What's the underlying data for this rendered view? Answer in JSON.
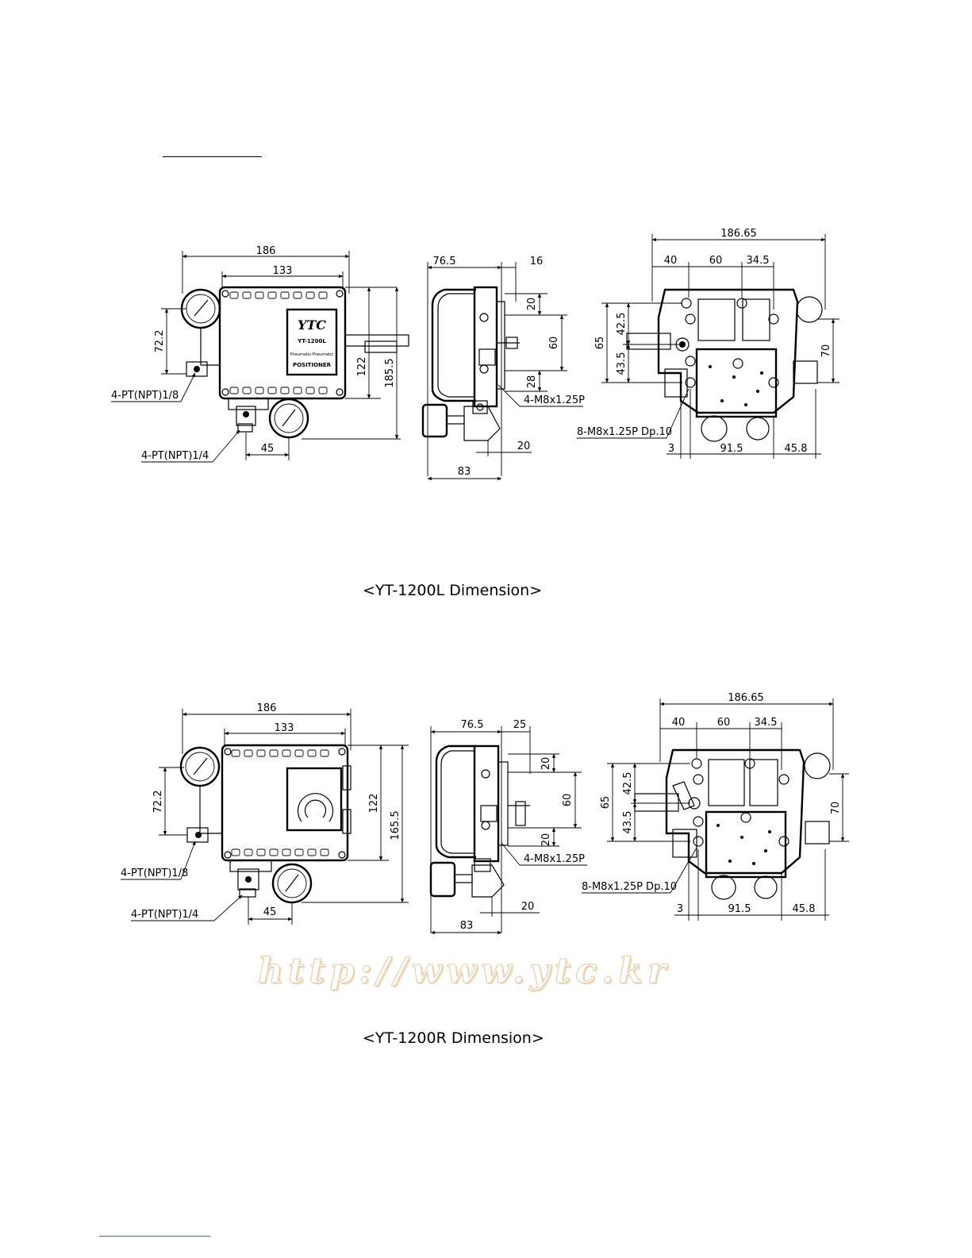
{
  "figures": [
    {
      "caption": "<YT-1200L Dimension>",
      "front": {
        "width_overall": "186",
        "width_body": "133",
        "gauge_pitch": "72.2",
        "height_body": "122",
        "height_overall": "185.5",
        "port_small": "4-PT(NPT)1/8",
        "port_large": "4-PT(NPT)1/4",
        "gauge_offset": "45",
        "label_brand": "YTC",
        "label_model": "YT-1200L",
        "label_sub": "Pneumatic-Pneumatic",
        "label_name": "POSITIONER"
      },
      "side": {
        "depth": "76.5",
        "shaft": "16",
        "upper": "20",
        "span": "60",
        "lower": "28",
        "bolt": "4-M8x1.25P",
        "base": "83",
        "base_offset": "20"
      },
      "back": {
        "width": "186.65",
        "w1": "40",
        "w2": "60",
        "w3": "34.5",
        "h1": "42.5",
        "h2": "43.5",
        "h_total": "65",
        "h_right": "70",
        "holes": "8-M8x1.25P Dp.10",
        "b1": "3",
        "b2": "91.5",
        "b3": "45.8"
      }
    },
    {
      "caption": "<YT-1200R Dimension>",
      "front": {
        "width_overall": "186",
        "width_body": "133",
        "gauge_pitch": "72.2",
        "height_body": "122",
        "height_overall": "165.5",
        "port_small": "4-PT(NPT)1/8",
        "port_large": "4-PT(NPT)1/4",
        "gauge_offset": "45"
      },
      "side": {
        "depth": "76.5",
        "shaft": "25",
        "upper": "20",
        "span": "60",
        "lower": "20",
        "bolt": "4-M8x1.25P",
        "base": "83",
        "base_offset": "20"
      },
      "back": {
        "width": "186.65",
        "w1": "40",
        "w2": "60",
        "w3": "34.5",
        "h1": "42.5",
        "h2": "43.5",
        "h_total": "65",
        "h_right": "70",
        "holes": "8-M8x1.25P Dp.10",
        "b1": "3",
        "b2": "91.5",
        "b3": "45.8"
      }
    }
  ],
  "watermark": "http://www.ytc.kr"
}
